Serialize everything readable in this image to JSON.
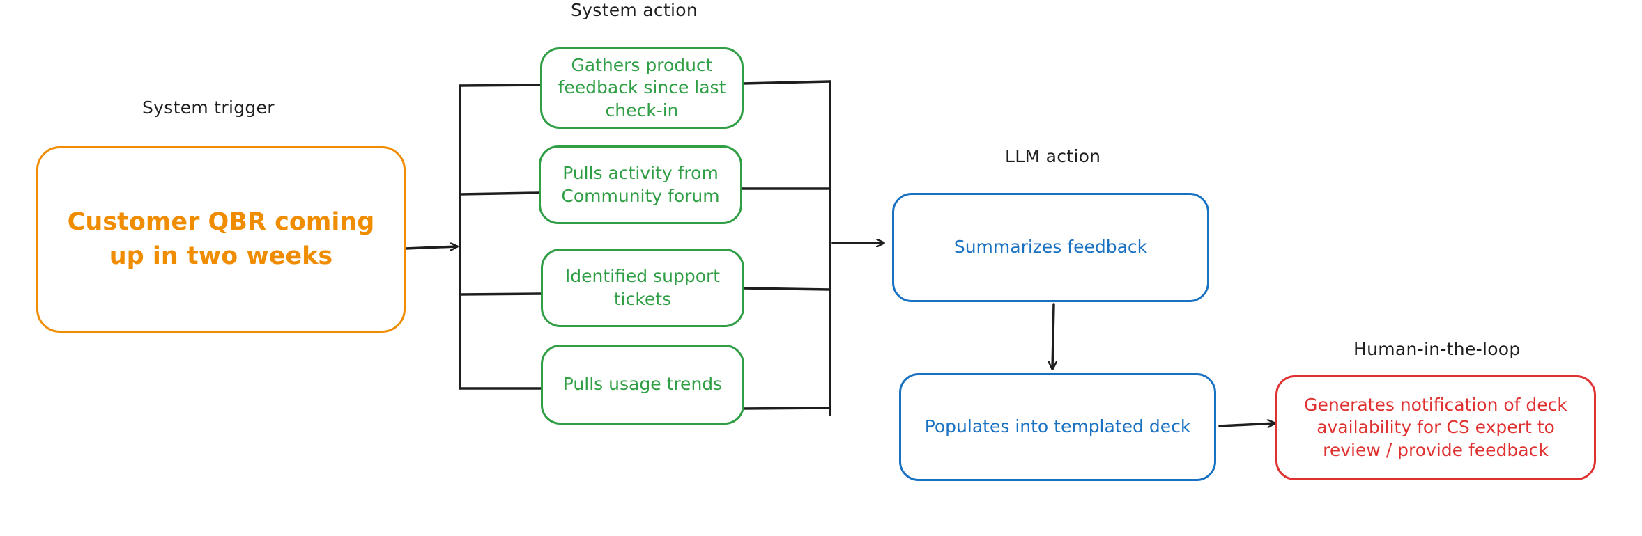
{
  "labels": {
    "system_trigger": "System trigger",
    "system_action": "System action",
    "llm_action": "LLM action",
    "human_in_the_loop": "Human-in-the-loop"
  },
  "nodes": {
    "trigger": "Customer QBR coming up in two weeks",
    "gather_feedback": "Gathers product feedback since last check-in",
    "pull_activity": "Pulls activity from Community forum",
    "support_tickets": "Identified support tickets",
    "usage_trends": "Pulls usage trends",
    "summarize": "Summarizes feedback",
    "populate_deck": "Populates into templated deck",
    "notify_expert": "Generates notification of deck availability for CS expert to review / provide feedback"
  },
  "colors": {
    "trigger": "#f08c00",
    "system_action": "#2f9e44",
    "llm_action": "#1971c2",
    "human_in_the_loop": "#e03131",
    "connector": "#1e1e1e"
  }
}
